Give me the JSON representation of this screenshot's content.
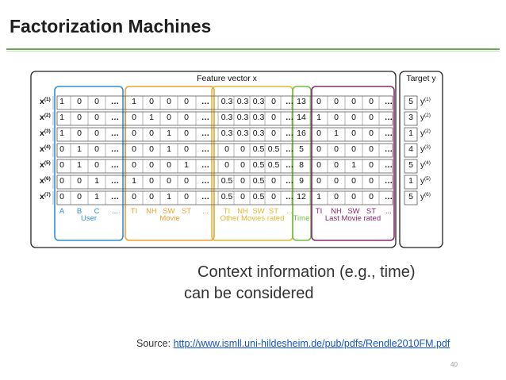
{
  "slide": {
    "title": "Factorization Machines",
    "context_line1": "Context information (e.g., time)",
    "context_line2": "can be considered",
    "source_label": "Source: ",
    "source_url": "http://www.ismll.uni-hildesheim.de/pub/pdfs/Rendle2010FM.pdf",
    "page_number": "40"
  },
  "figure": {
    "feature_vector_label": "Feature vector x",
    "target_label": "Target y",
    "row_labels": [
      [
        "x",
        "(1)"
      ],
      [
        "x",
        "(2)"
      ],
      [
        "x",
        "(3)"
      ],
      [
        "x",
        "(4)"
      ],
      [
        "x",
        "(5)"
      ],
      [
        "x",
        "(6)"
      ],
      [
        "x",
        "(7)"
      ]
    ],
    "target_labels": [
      [
        "y",
        "(1)"
      ],
      [
        "y",
        "(2)"
      ],
      [
        "y",
        "(2)"
      ],
      [
        "y",
        "(3)"
      ],
      [
        "y",
        "(4)"
      ],
      [
        "y",
        "(5)"
      ],
      [
        "y",
        "(6)"
      ]
    ],
    "rows": [
      {
        "user": [
          "1",
          "0",
          "0",
          "..."
        ],
        "movie": [
          "1",
          "0",
          "0",
          "0",
          "..."
        ],
        "other": [
          "0.3",
          "0.3",
          "0.3",
          "0",
          "..."
        ],
        "time": "13",
        "last": [
          "0",
          "0",
          "0",
          "0",
          "..."
        ],
        "target": "5"
      },
      {
        "user": [
          "1",
          "0",
          "0",
          "..."
        ],
        "movie": [
          "0",
          "1",
          "0",
          "0",
          "..."
        ],
        "other": [
          "0.3",
          "0.3",
          "0.3",
          "0",
          "..."
        ],
        "time": "14",
        "last": [
          "1",
          "0",
          "0",
          "0",
          "..."
        ],
        "target": "3"
      },
      {
        "user": [
          "1",
          "0",
          "0",
          "..."
        ],
        "movie": [
          "0",
          "0",
          "1",
          "0",
          "..."
        ],
        "other": [
          "0.3",
          "0.3",
          "0.3",
          "0",
          "..."
        ],
        "time": "16",
        "last": [
          "0",
          "1",
          "0",
          "0",
          "..."
        ],
        "target": "1"
      },
      {
        "user": [
          "0",
          "1",
          "0",
          "..."
        ],
        "movie": [
          "0",
          "0",
          "1",
          "0",
          "..."
        ],
        "other": [
          "0",
          "0",
          "0.5",
          "0.5",
          "..."
        ],
        "time": "5",
        "last": [
          "0",
          "0",
          "0",
          "0",
          "..."
        ],
        "target": "4"
      },
      {
        "user": [
          "0",
          "1",
          "0",
          "..."
        ],
        "movie": [
          "0",
          "0",
          "0",
          "1",
          "..."
        ],
        "other": [
          "0",
          "0",
          "0.5",
          "0.5",
          "..."
        ],
        "time": "8",
        "last": [
          "0",
          "0",
          "1",
          "0",
          "..."
        ],
        "target": "5"
      },
      {
        "user": [
          "0",
          "0",
          "1",
          "..."
        ],
        "movie": [
          "1",
          "0",
          "0",
          "0",
          "..."
        ],
        "other": [
          "0.5",
          "0",
          "0.5",
          "0",
          "..."
        ],
        "time": "9",
        "last": [
          "0",
          "0",
          "0",
          "0",
          "..."
        ],
        "target": "1"
      },
      {
        "user": [
          "0",
          "0",
          "1",
          "..."
        ],
        "movie": [
          "0",
          "0",
          "1",
          "0",
          "..."
        ],
        "other": [
          "0.5",
          "0",
          "0.5",
          "0",
          "..."
        ],
        "time": "12",
        "last": [
          "1",
          "0",
          "0",
          "0",
          "..."
        ],
        "target": "5"
      }
    ],
    "footer": {
      "user": [
        "A",
        "B",
        "C",
        "..."
      ],
      "movie": [
        "TI",
        "NH",
        "SW",
        "ST",
        "..."
      ],
      "other": [
        "TI",
        "NH",
        "SW",
        "ST",
        "..."
      ],
      "last": [
        "TI",
        "NH",
        "SW",
        "ST",
        "..."
      ]
    },
    "group_labels": {
      "user": "User",
      "movie": "Movie",
      "other": "Other Movies rated",
      "time": "Time",
      "last": "Last Movie rated"
    },
    "group_colors": {
      "user": "#2f8fd8",
      "movie": "#f0a030",
      "other": "#e0b830",
      "time": "#6cc040",
      "last": "#8a2a6a"
    }
  }
}
